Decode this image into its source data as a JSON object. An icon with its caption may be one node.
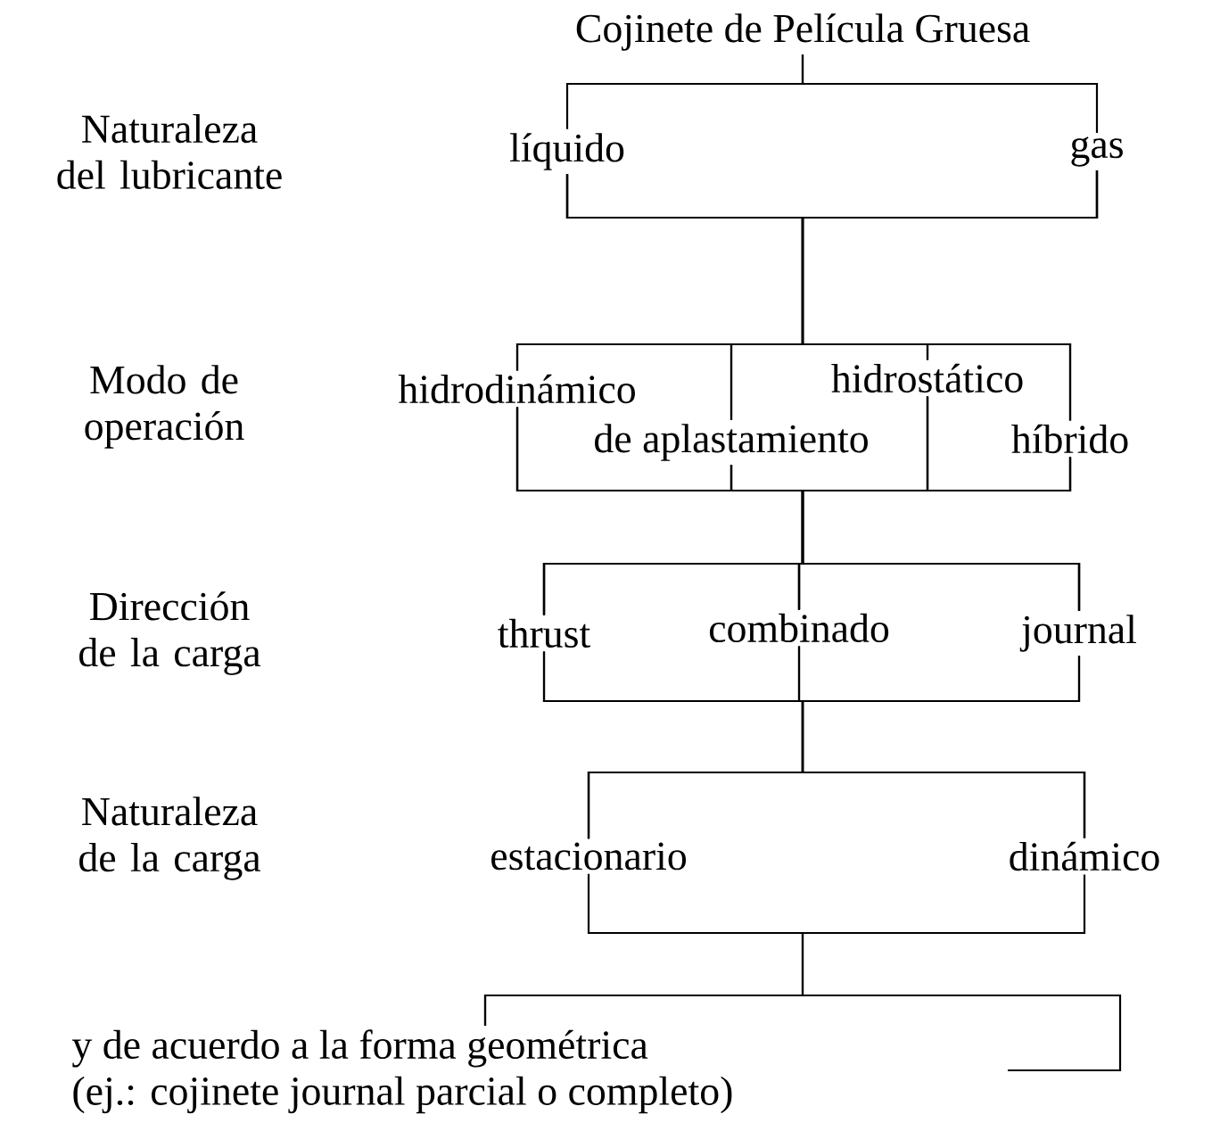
{
  "diagram": {
    "nodes": [
      {
        "text": [
          "Cojinete de Película Gruesa"
        ]
      },
      {
        "text": [
          "líquido"
        ]
      },
      {
        "text": [
          "gas"
        ]
      },
      {
        "text": [
          "hidrodinámico"
        ]
      },
      {
        "text": [
          "de aplastamiento"
        ]
      },
      {
        "text": [
          "hidrostático"
        ]
      },
      {
        "text": [
          "híbrido"
        ]
      },
      {
        "text": [
          "thrust"
        ]
      },
      {
        "text": [
          "combinado"
        ]
      },
      {
        "text": [
          "journal"
        ]
      },
      {
        "text": [
          "estacionario"
        ]
      },
      {
        "text": [
          "dinámico"
        ]
      },
      {
        "text": [
          "y de acuerdo a la forma geométrica",
          "(ej.: cojinete journal parcial o completo)"
        ]
      }
    ],
    "edges": [
      {
        "from": 0,
        "to": 1,
        "arrow": "none"
      },
      {
        "from": 0,
        "to": 2,
        "arrow": "none"
      },
      {
        "from": 1,
        "to": 3,
        "arrow": "none"
      },
      {
        "from": 1,
        "to": 4,
        "arrow": "none"
      },
      {
        "from": 1,
        "to": 5,
        "arrow": "none"
      },
      {
        "from": 1,
        "to": 6,
        "arrow": "none"
      },
      {
        "from": 2,
        "to": 3,
        "arrow": "none"
      },
      {
        "from": 2,
        "to": 4,
        "arrow": "none"
      },
      {
        "from": 2,
        "to": 5,
        "arrow": "none"
      },
      {
        "from": 2,
        "to": 6,
        "arrow": "none"
      },
      {
        "from": 3,
        "to": 7,
        "arrow": "none"
      },
      {
        "from": 3,
        "to": 8,
        "arrow": "none"
      },
      {
        "from": 3,
        "to": 9,
        "arrow": "none"
      },
      {
        "from": 4,
        "to": 7,
        "arrow": "none"
      },
      {
        "from": 4,
        "to": 8,
        "arrow": "none"
      },
      {
        "from": 4,
        "to": 9,
        "arrow": "none"
      },
      {
        "from": 5,
        "to": 7,
        "arrow": "none"
      },
      {
        "from": 5,
        "to": 8,
        "arrow": "none"
      },
      {
        "from": 5,
        "to": 9,
        "arrow": "none"
      },
      {
        "from": 6,
        "to": 7,
        "arrow": "none"
      },
      {
        "from": 6,
        "to": 8,
        "arrow": "none"
      },
      {
        "from": 6,
        "to": 9,
        "arrow": "none"
      },
      {
        "from": 7,
        "to": 10,
        "arrow": "none"
      },
      {
        "from": 7,
        "to": 11,
        "arrow": "none"
      },
      {
        "from": 8,
        "to": 10,
        "arrow": "none"
      },
      {
        "from": 8,
        "to": 11,
        "arrow": "none"
      },
      {
        "from": 9,
        "to": 10,
        "arrow": "none"
      },
      {
        "from": 9,
        "to": 11,
        "arrow": "none"
      },
      {
        "from": 10,
        "to": 12,
        "arrow": "none"
      },
      {
        "from": 11,
        "to": 12,
        "arrow": "none"
      }
    ],
    "labels": [
      "Naturaleza del lubricante",
      "Modo de operación",
      "Dirección de la carga",
      "Naturaleza de la carga"
    ]
  }
}
